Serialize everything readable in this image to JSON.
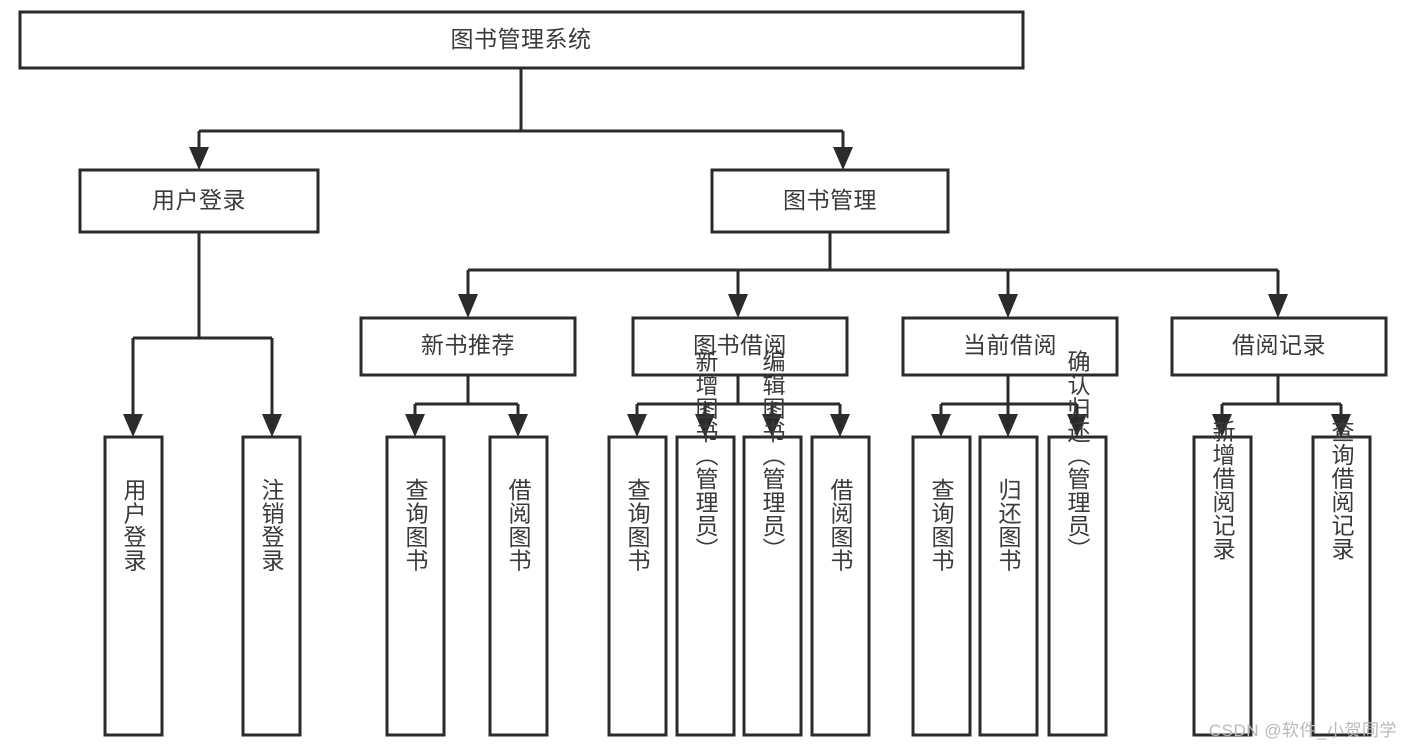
{
  "diagram": {
    "type": "tree",
    "title": "图书管理系统",
    "watermark": "CSDN @软件_小贺同学",
    "colors": {
      "box_stroke": "#2b2b2b",
      "box_fill": "#ffffff",
      "text": "#3a3a3a",
      "connector": "#2b2b2b",
      "watermark": "#b9b9b9",
      "background": "#ffffff"
    },
    "root": {
      "label": "图书管理系统"
    },
    "level2": [
      {
        "label": "用户登录"
      },
      {
        "label": "图书管理"
      }
    ],
    "level3": [
      {
        "label": "新书推荐"
      },
      {
        "label": "图书借阅"
      },
      {
        "label": "当前借阅"
      },
      {
        "label": "借阅记录"
      }
    ],
    "leaves": {
      "user_login": [
        {
          "label": "用户登录"
        },
        {
          "label": "注销登录"
        }
      ],
      "new_book": [
        {
          "label": "查询图书"
        },
        {
          "label": "借阅图书"
        }
      ],
      "book_borrow": [
        {
          "label": "查询图书"
        },
        {
          "label": "新增图书（管理员）"
        },
        {
          "label": "编辑图书（管理员）"
        },
        {
          "label": "借阅图书"
        }
      ],
      "current_borrow": [
        {
          "label": "查询图书"
        },
        {
          "label": "归还图书"
        },
        {
          "label": "确认归还（管理员）"
        }
      ],
      "borrow_record": [
        {
          "label": "新增借阅记录"
        },
        {
          "label": "查询借阅记录"
        }
      ]
    }
  }
}
